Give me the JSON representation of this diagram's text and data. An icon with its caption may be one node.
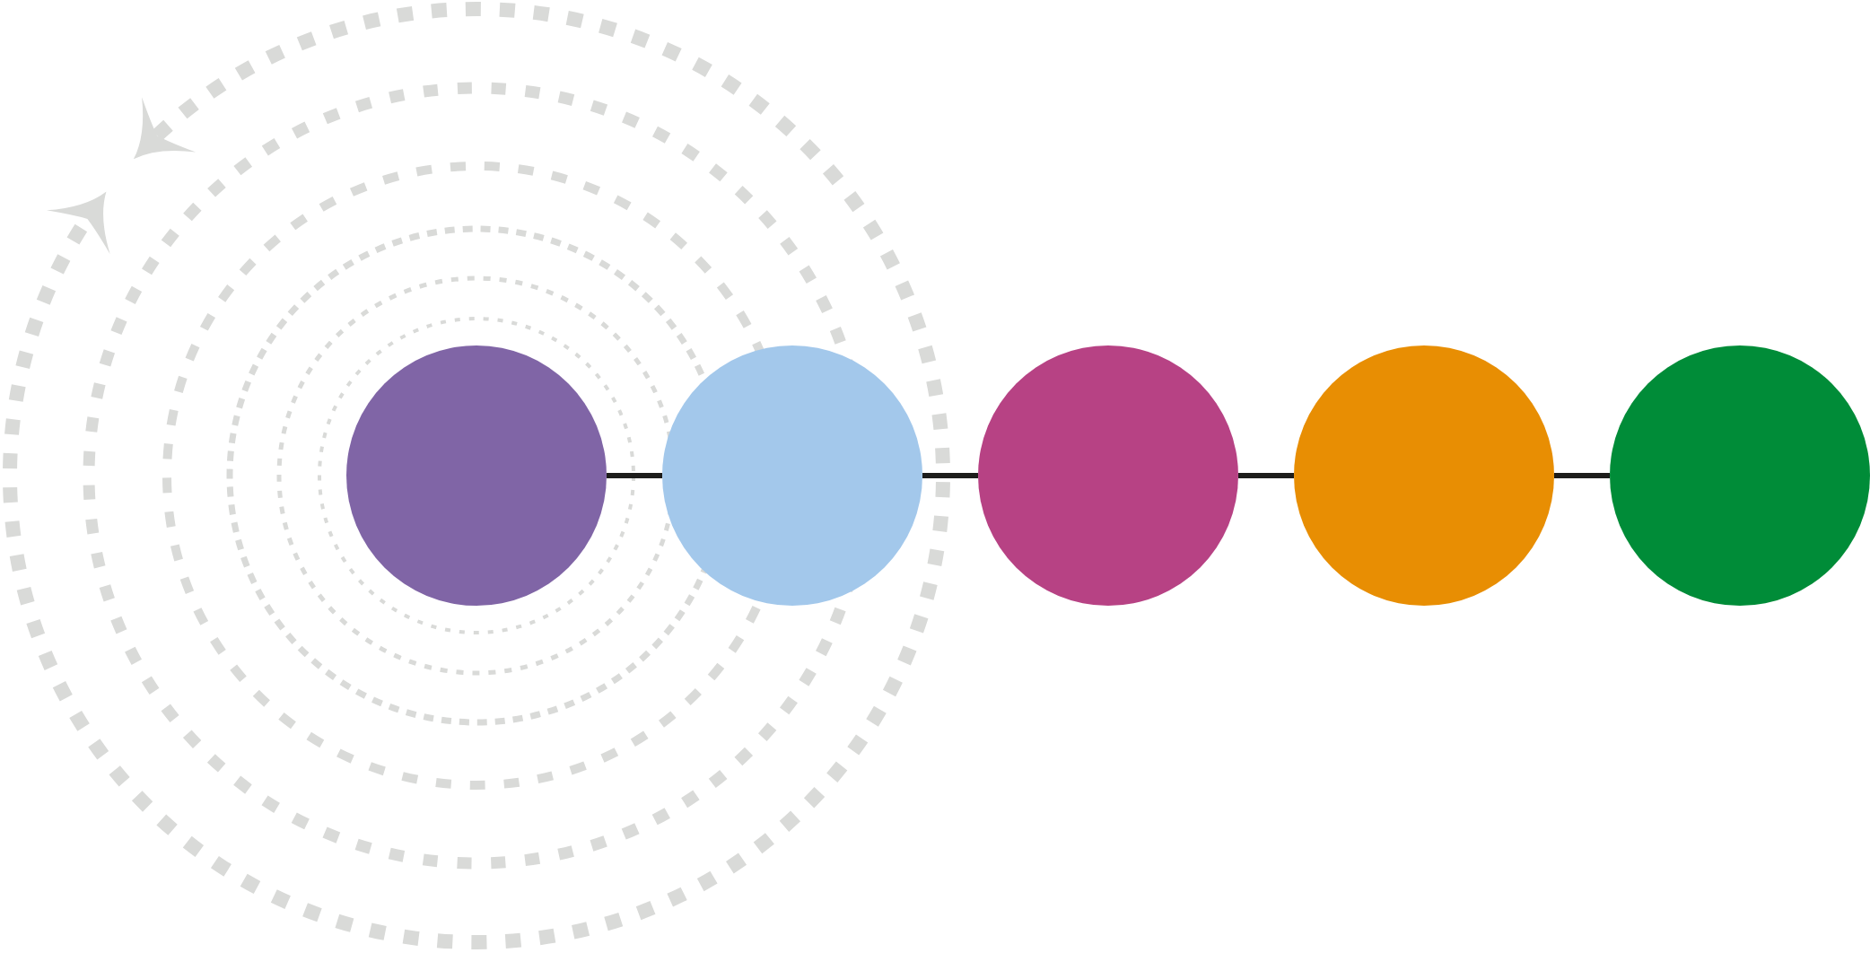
{
  "diagram": {
    "nodes": [
      {
        "text": [],
        "shape": "circle"
      },
      {
        "text": [],
        "shape": "circle"
      },
      {
        "text": [],
        "shape": "circle"
      },
      {
        "text": [],
        "shape": "circle"
      },
      {
        "text": [],
        "shape": "circle"
      }
    ],
    "edges": [
      {
        "from": 0,
        "to": 1,
        "arrow": "none"
      },
      {
        "from": 1,
        "to": 2,
        "arrow": "none"
      },
      {
        "from": 2,
        "to": 3,
        "arrow": "none"
      },
      {
        "from": 3,
        "to": 4,
        "arrow": "none"
      }
    ]
  }
}
